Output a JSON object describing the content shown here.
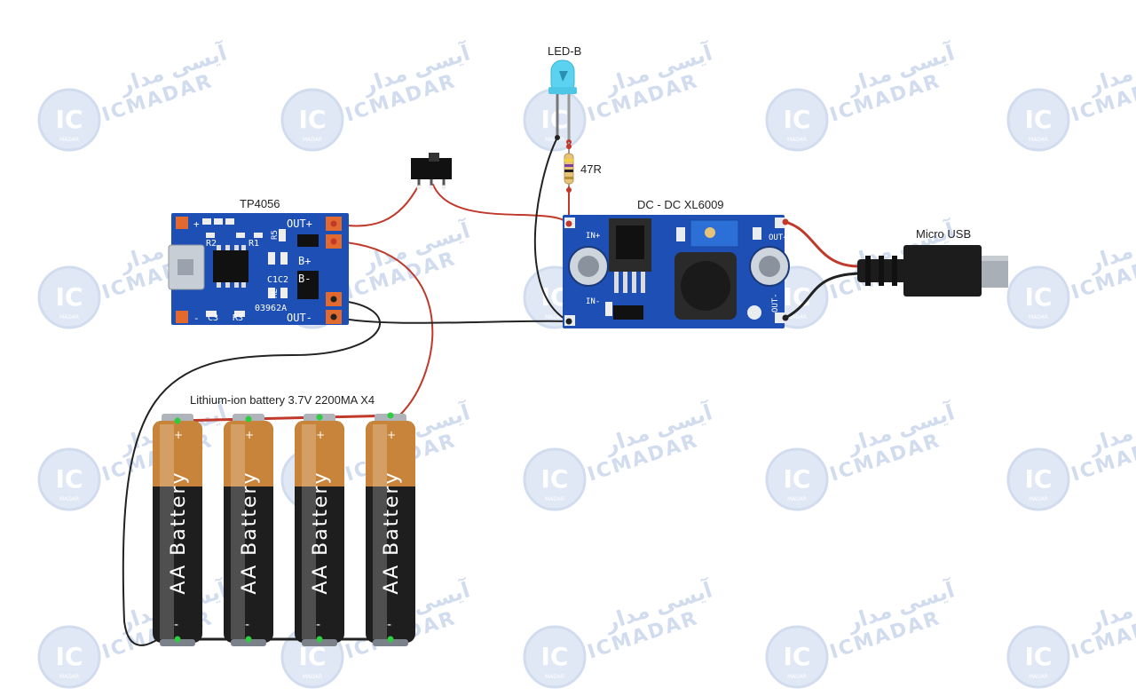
{
  "watermark": {
    "latin": "ICMADAR",
    "persian": "آیسی مدار",
    "logo": "IC",
    "logo_small": "MADAR"
  },
  "labels": {
    "led": "LED-B",
    "resistor": "47R",
    "charger": "TP4056",
    "converter": "DC - DC XL6009",
    "usb": "Micro USB",
    "battery_pack": "Lithium-ion battery 3.7V 2200MA X4"
  },
  "tp4056_silk": {
    "out_plus": "OUT+",
    "out_minus": "OUT-",
    "b_plus": "B+",
    "b_minus": "B-",
    "r1": "R1",
    "r2": "R2",
    "r3": "R3",
    "r5": "R5",
    "c1c2": "C1C2",
    "c3": "C3",
    "code": "03962A",
    "rl": "RL",
    "plus": "+",
    "minus": "-"
  },
  "xl6009_silk": {
    "in_plus": "IN+",
    "in_minus": "IN-",
    "out_plus": "OUT+",
    "out_minus": "OUT-"
  },
  "battery": {
    "label": "AA Battery",
    "plus": "+",
    "minus": "-"
  },
  "colors": {
    "board_blue": "#1e4fb4",
    "wire_red": "#c0392b",
    "wire_black": "#222222",
    "led_blue": "#5bd3f0",
    "battery_copper": "#c8843a",
    "watermark": "#c9d6ec"
  }
}
